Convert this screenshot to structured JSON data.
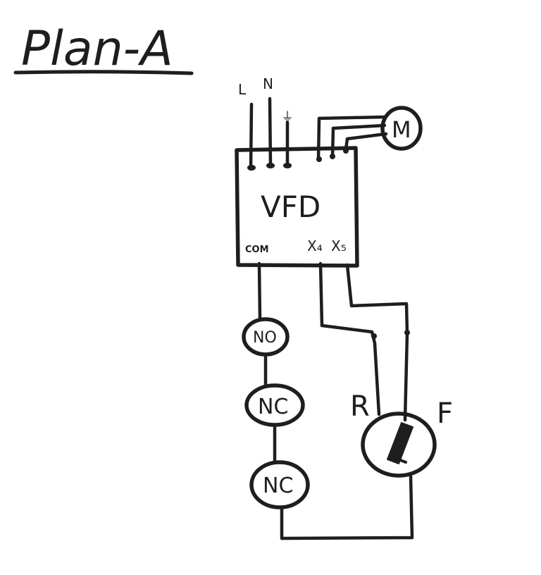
{
  "title": "Plan-A",
  "supply": {
    "line": "L",
    "neutral": "N",
    "earth": "⏚"
  },
  "motor": {
    "label": "M"
  },
  "vfd": {
    "label": "VFD",
    "terminals": {
      "com": "COM",
      "x4": "X₄",
      "x5": "X₅"
    }
  },
  "contacts": [
    {
      "label": "NO"
    },
    {
      "label": "NC"
    },
    {
      "label": "NC"
    }
  ],
  "selector": {
    "reverse": "R",
    "forward": "F"
  }
}
